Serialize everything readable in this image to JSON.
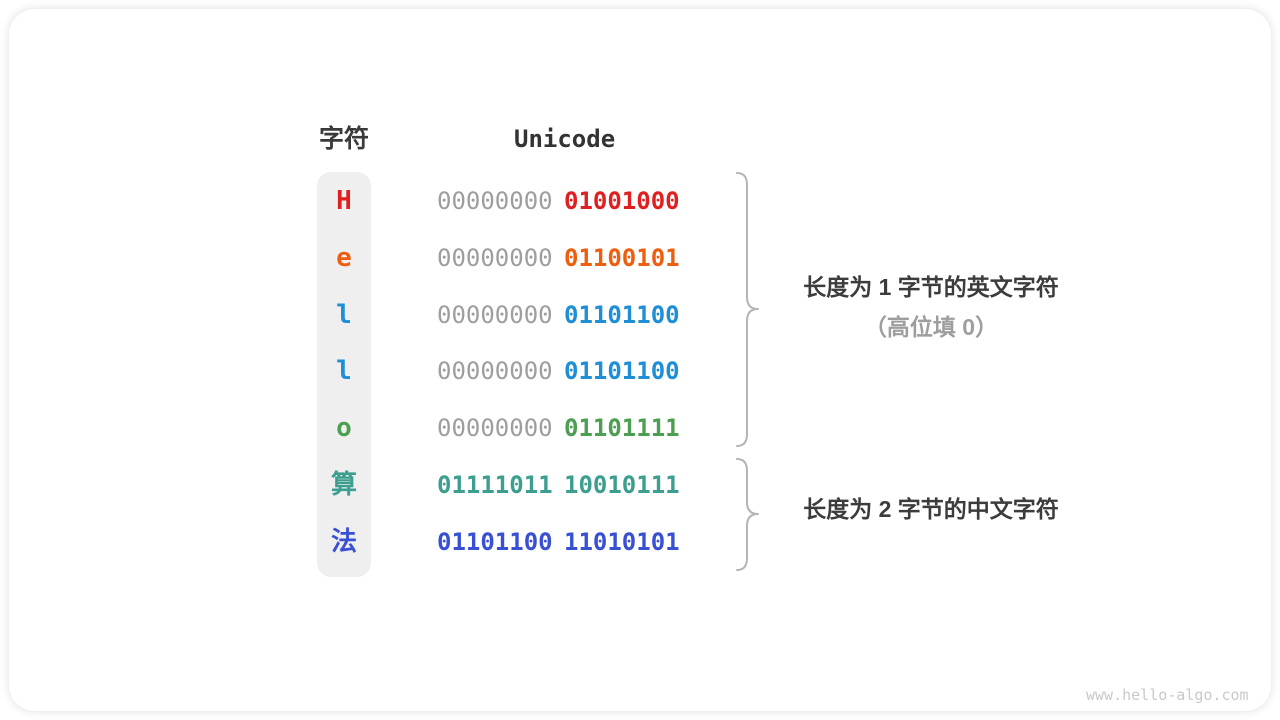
{
  "header": {
    "character_column": "字符",
    "unicode_column": "Unicode"
  },
  "encoding_table": {
    "muted_byte_color": "#9e9e9e",
    "rows": [
      {
        "char": "H",
        "color": "#e02020",
        "high_byte": "00000000",
        "low_byte": "01001000",
        "high_byte_muted": true
      },
      {
        "char": "e",
        "color": "#ed5f10",
        "high_byte": "00000000",
        "low_byte": "01100101",
        "high_byte_muted": true
      },
      {
        "char": "l",
        "color": "#1e8fd5",
        "high_byte": "00000000",
        "low_byte": "01101100",
        "high_byte_muted": true
      },
      {
        "char": "l",
        "color": "#1e8fd5",
        "high_byte": "00000000",
        "low_byte": "01101100",
        "high_byte_muted": true
      },
      {
        "char": "o",
        "color": "#4c9e50",
        "high_byte": "00000000",
        "low_byte": "01101111",
        "high_byte_muted": true
      },
      {
        "char": "算",
        "color": "#3b9e8f",
        "high_byte": "01111011",
        "low_byte": "10010111",
        "high_byte_muted": false
      },
      {
        "char": "法",
        "color": "#3950d4",
        "high_byte": "01101100",
        "low_byte": "11010101",
        "high_byte_muted": false
      }
    ]
  },
  "annotations": [
    {
      "line1": "长度为 1 字节的英文字符",
      "line2": "（高位填 0）"
    },
    {
      "line1": "长度为 2 字节的中文字符"
    }
  ],
  "brace_color": "#b4b4b4",
  "watermark": "www.hello-algo.com"
}
